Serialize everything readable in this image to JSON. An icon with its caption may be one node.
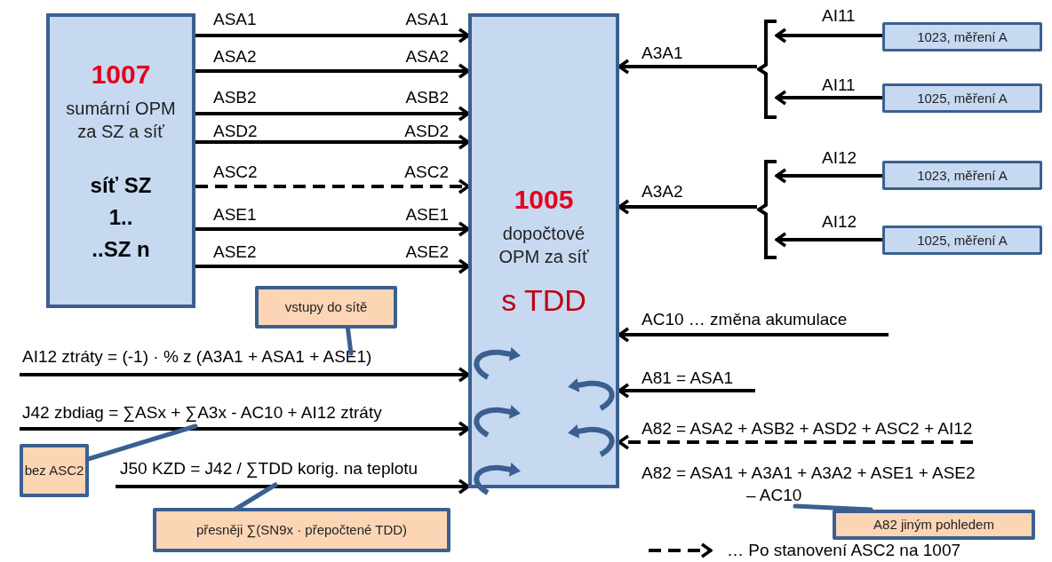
{
  "diagram": {
    "nodes": [
      {
        "text": [
          "1007",
          "sumární OPM za SZ a síť",
          "síť SZ 1.. ..SZ n"
        ]
      },
      {
        "text": [
          "1005",
          "dopočtové OPM za síť",
          "s TDD"
        ]
      },
      {
        "text": [
          "1023, měření A"
        ]
      },
      {
        "text": [
          "1025, měření A"
        ]
      },
      {
        "text": [
          "1023, měření A"
        ]
      },
      {
        "text": [
          "1025, měření A"
        ]
      },
      {
        "text": [
          "vstupy do sítě"
        ]
      },
      {
        "text": [
          "bez ASC2"
        ]
      },
      {
        "text": [
          "přesněji ∑(SN9x · přepočtené TDD)"
        ]
      },
      {
        "text": [
          "A82 jiným pohledem"
        ]
      },
      {
        "text": [],
        "shape": "bracket"
      },
      {
        "text": [],
        "shape": "bracket"
      },
      {
        "text": [
          "A82 = ASA1 + A3A1 + A3A2 + ASE1 + ASE2 – AC10"
        ]
      }
    ],
    "edges": [
      {
        "from": 0,
        "to": 1,
        "arrow": "to",
        "label": "ASA1"
      },
      {
        "from": 0,
        "to": 1,
        "arrow": "to",
        "label": "ASA2"
      },
      {
        "from": 0,
        "to": 1,
        "arrow": "to",
        "label": "ASB2"
      },
      {
        "from": 0,
        "to": 1,
        "arrow": "to",
        "label": "ASD2"
      },
      {
        "from": 0,
        "to": 1,
        "arrow": "to",
        "label": "ASC2",
        "style": "dashed"
      },
      {
        "from": 0,
        "to": 1,
        "arrow": "to",
        "label": "ASE1"
      },
      {
        "from": 0,
        "to": 1,
        "arrow": "to",
        "label": "ASE2"
      },
      {
        "from": 2,
        "to": 10,
        "arrow": "to",
        "label": "AI11"
      },
      {
        "from": 3,
        "to": 10,
        "arrow": "to",
        "label": "AI11"
      },
      {
        "from": 10,
        "to": 1,
        "arrow": "to",
        "label": "A3A1"
      },
      {
        "from": 4,
        "to": 11,
        "arrow": "to",
        "label": "AI12"
      },
      {
        "from": 5,
        "to": 11,
        "arrow": "to",
        "label": "AI12"
      },
      {
        "from": 11,
        "to": 1,
        "arrow": "to",
        "label": "A3A2"
      },
      {
        "from": null,
        "to": 1,
        "arrow": "to",
        "label": "AC10 … změna akumulace"
      },
      {
        "from": null,
        "to": 1,
        "arrow": "to",
        "label": "AI12 ztráty = (-1) · % z (A3A1 + ASA1 + ASE1)"
      },
      {
        "from": null,
        "to": 1,
        "arrow": "to",
        "label": "J42 zbdiag = ∑ASx + ∑A3x - AC10 + AI12 ztráty"
      },
      {
        "from": null,
        "to": 1,
        "arrow": "to",
        "label": "J50 KZD = J42 / ∑TDD korig. na teplotu"
      },
      {
        "from": null,
        "to": 1,
        "arrow": "to",
        "label": "A81 = ASA1"
      },
      {
        "from": null,
        "to": 1,
        "arrow": "to",
        "label": "A82 = ASA2 + ASB2 + ASD2 + ASC2 + AI12",
        "style": "dashed"
      },
      {
        "from": 6,
        "to": null,
        "arrow": "none",
        "color": "#3b6090"
      },
      {
        "from": 7,
        "to": null,
        "arrow": "none",
        "color": "#3b6090"
      },
      {
        "from": 8,
        "to": null,
        "arrow": "none",
        "color": "#3b6090"
      },
      {
        "from": 9,
        "to": 12,
        "arrow": "none",
        "color": "#3b6090"
      }
    ],
    "labels": [
      "ASA1",
      "ASA2",
      "ASB2",
      "ASD2",
      "ASC2",
      "ASE1",
      "ASE2"
    ],
    "legend": [
      {
        "text": "… Po stanovení ASC2 na 1007"
      }
    ]
  }
}
